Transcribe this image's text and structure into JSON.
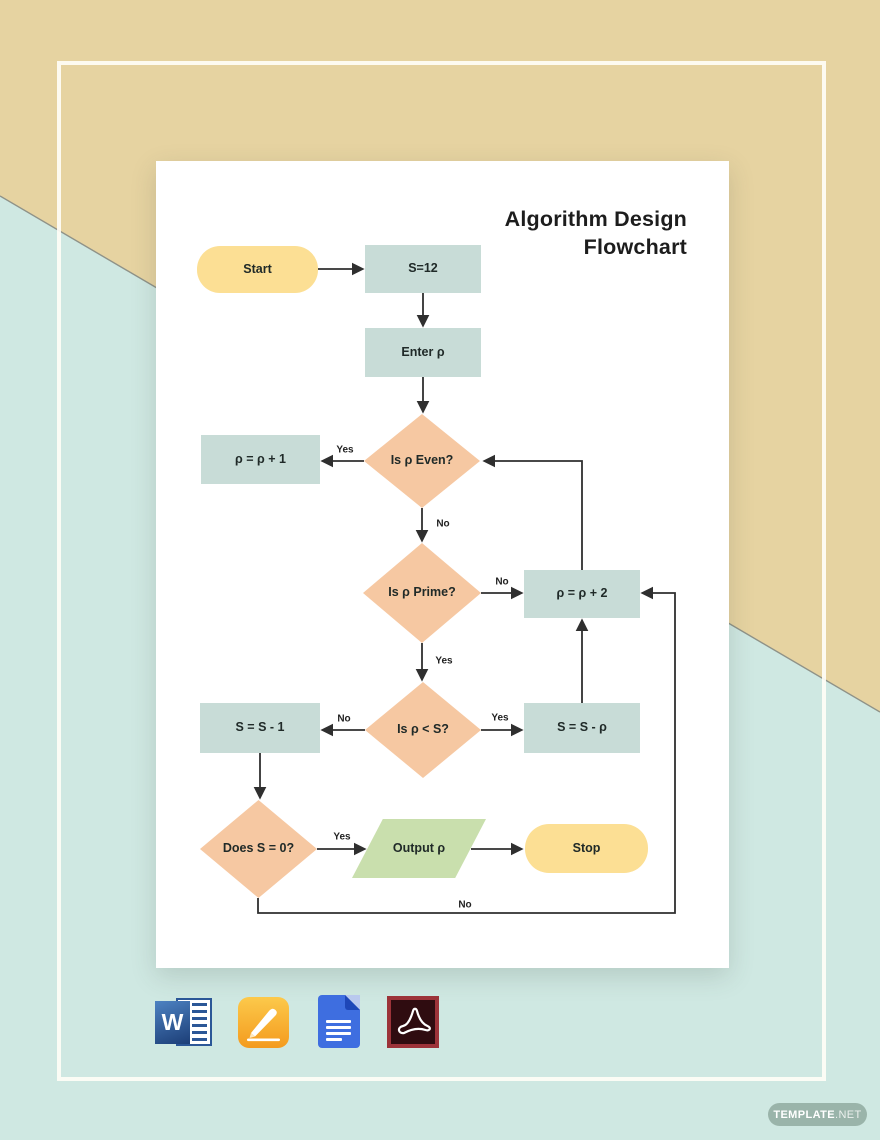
{
  "page": {
    "title_line1": "Algorithm Design",
    "title_line2": "Flowchart"
  },
  "flowchart": {
    "nodes": {
      "start": {
        "type": "terminator",
        "label": "Start"
      },
      "s12": {
        "type": "process",
        "label": "S=12"
      },
      "enter": {
        "type": "process",
        "label": "Enter ρ"
      },
      "even": {
        "type": "decision",
        "label": "Is ρ Even?"
      },
      "rho1": {
        "type": "process",
        "label": "ρ = ρ + 1"
      },
      "prime": {
        "type": "decision",
        "label": "Is ρ Prime?"
      },
      "rho2": {
        "type": "process",
        "label": "ρ = ρ + 2"
      },
      "less": {
        "type": "decision",
        "label": "Is ρ < S?"
      },
      "ss1": {
        "type": "process",
        "label": "S = S - 1"
      },
      "ssrho": {
        "type": "process",
        "label": "S = S - ρ"
      },
      "zero": {
        "type": "decision",
        "label": "Does S = 0?"
      },
      "output": {
        "type": "io",
        "label": "Output ρ"
      },
      "stop": {
        "type": "terminator",
        "label": "Stop"
      }
    },
    "edges": [
      {
        "from": "start",
        "to": "s12",
        "label": ""
      },
      {
        "from": "s12",
        "to": "enter",
        "label": ""
      },
      {
        "from": "enter",
        "to": "even",
        "label": ""
      },
      {
        "from": "even",
        "to": "rho1",
        "label": "Yes"
      },
      {
        "from": "even",
        "to": "prime",
        "label": "No"
      },
      {
        "from": "prime",
        "to": "rho2",
        "label": "No"
      },
      {
        "from": "prime",
        "to": "less",
        "label": "Yes"
      },
      {
        "from": "less",
        "to": "ss1",
        "label": "No"
      },
      {
        "from": "less",
        "to": "ssrho",
        "label": "Yes"
      },
      {
        "from": "ssrho",
        "to": "rho2",
        "label": ""
      },
      {
        "from": "rho2",
        "to": "even",
        "label": ""
      },
      {
        "from": "ss1",
        "to": "zero",
        "label": ""
      },
      {
        "from": "zero",
        "to": "output",
        "label": "Yes"
      },
      {
        "from": "output",
        "to": "stop",
        "label": ""
      },
      {
        "from": "zero",
        "to": "rho2",
        "label": "No"
      }
    ]
  },
  "footer": {
    "icons": [
      {
        "name": "microsoft-word",
        "letter": "W"
      },
      {
        "name": "apple-pages"
      },
      {
        "name": "google-docs"
      },
      {
        "name": "adobe-pdf"
      }
    ]
  },
  "watermark": {
    "brand": "TEMPLATE",
    "tld": ".NET"
  },
  "colors": {
    "background_tan": "#e6d3a1",
    "background_cyan": "#cfe8e2",
    "diagonal_line": "#8f9288",
    "frame": "#fffdf6",
    "page": "#ffffff",
    "process_fill": "#c8dcd7",
    "decision_fill": "#f6c8a2",
    "terminator_fill": "#fcdf94",
    "io_fill": "#c9dfad",
    "connector": "#2f2f2f",
    "title_text": "#1d1d1d",
    "watermark_fill": "#90aaa0"
  }
}
